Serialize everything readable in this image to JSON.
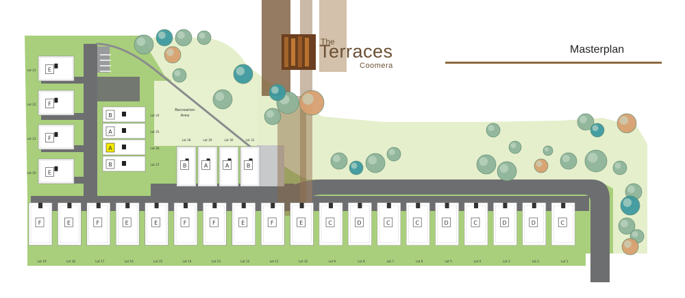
{
  "title": {
    "small": "The",
    "main": "Terraces",
    "sub": "Coomera"
  },
  "masterplan_label": "Masterplan",
  "recreation_area": [
    "Recreation",
    "Area"
  ],
  "colors": {
    "lawn": "#a9cf7c",
    "path_grass": "#e7f0cf",
    "road": "#6d6e70",
    "brown": "#7a5a3a",
    "highlight": "#f5ea00",
    "tree": "#8fb59a",
    "tree_teal": "#3e9aa0"
  },
  "west_column": [
    {
      "lot": "Lot 23",
      "type": "E"
    },
    {
      "lot": "Lot 22",
      "type": "F"
    },
    {
      "lot": "Lot 21",
      "type": "F"
    },
    {
      "lot": "Lot 20",
      "type": "E"
    }
  ],
  "central_block": [
    {
      "lot": "Lot 24",
      "type": "B",
      "highlight": false
    },
    {
      "lot": "Lot 25",
      "type": "A",
      "highlight": false
    },
    {
      "lot": "Lot 26",
      "type": "A",
      "highlight": true
    },
    {
      "lot": "Lot 27",
      "type": "B",
      "highlight": false
    }
  ],
  "mid_row": [
    {
      "lot": "Lot 28",
      "type": "B"
    },
    {
      "lot": "Lot 29",
      "type": "A"
    },
    {
      "lot": "Lot 30",
      "type": "A"
    },
    {
      "lot": "Lot 31",
      "type": "B"
    }
  ],
  "south_row": [
    {
      "lot": "Lot 19",
      "type": "F"
    },
    {
      "lot": "Lot 18",
      "type": "E"
    },
    {
      "lot": "Lot 17",
      "type": "F"
    },
    {
      "lot": "Lot 16",
      "type": "E"
    },
    {
      "lot": "Lot 15",
      "type": "E"
    },
    {
      "lot": "Lot 14",
      "type": "F"
    },
    {
      "lot": "Lot 13",
      "type": "F"
    },
    {
      "lot": "Lot 12",
      "type": "E"
    },
    {
      "lot": "Lot 11",
      "type": "F"
    },
    {
      "lot": "Lot 10",
      "type": "E"
    },
    {
      "lot": "Lot 9",
      "type": "C"
    },
    {
      "lot": "Lot 8",
      "type": "D"
    },
    {
      "lot": "Lot 7",
      "type": "C"
    },
    {
      "lot": "Lot 6",
      "type": "C"
    },
    {
      "lot": "Lot 5",
      "type": "D"
    },
    {
      "lot": "Lot 4",
      "type": "C"
    },
    {
      "lot": "Lot 3",
      "type": "D"
    },
    {
      "lot": "Lot 2",
      "type": "D"
    },
    {
      "lot": "Lot 1",
      "type": "C"
    }
  ]
}
